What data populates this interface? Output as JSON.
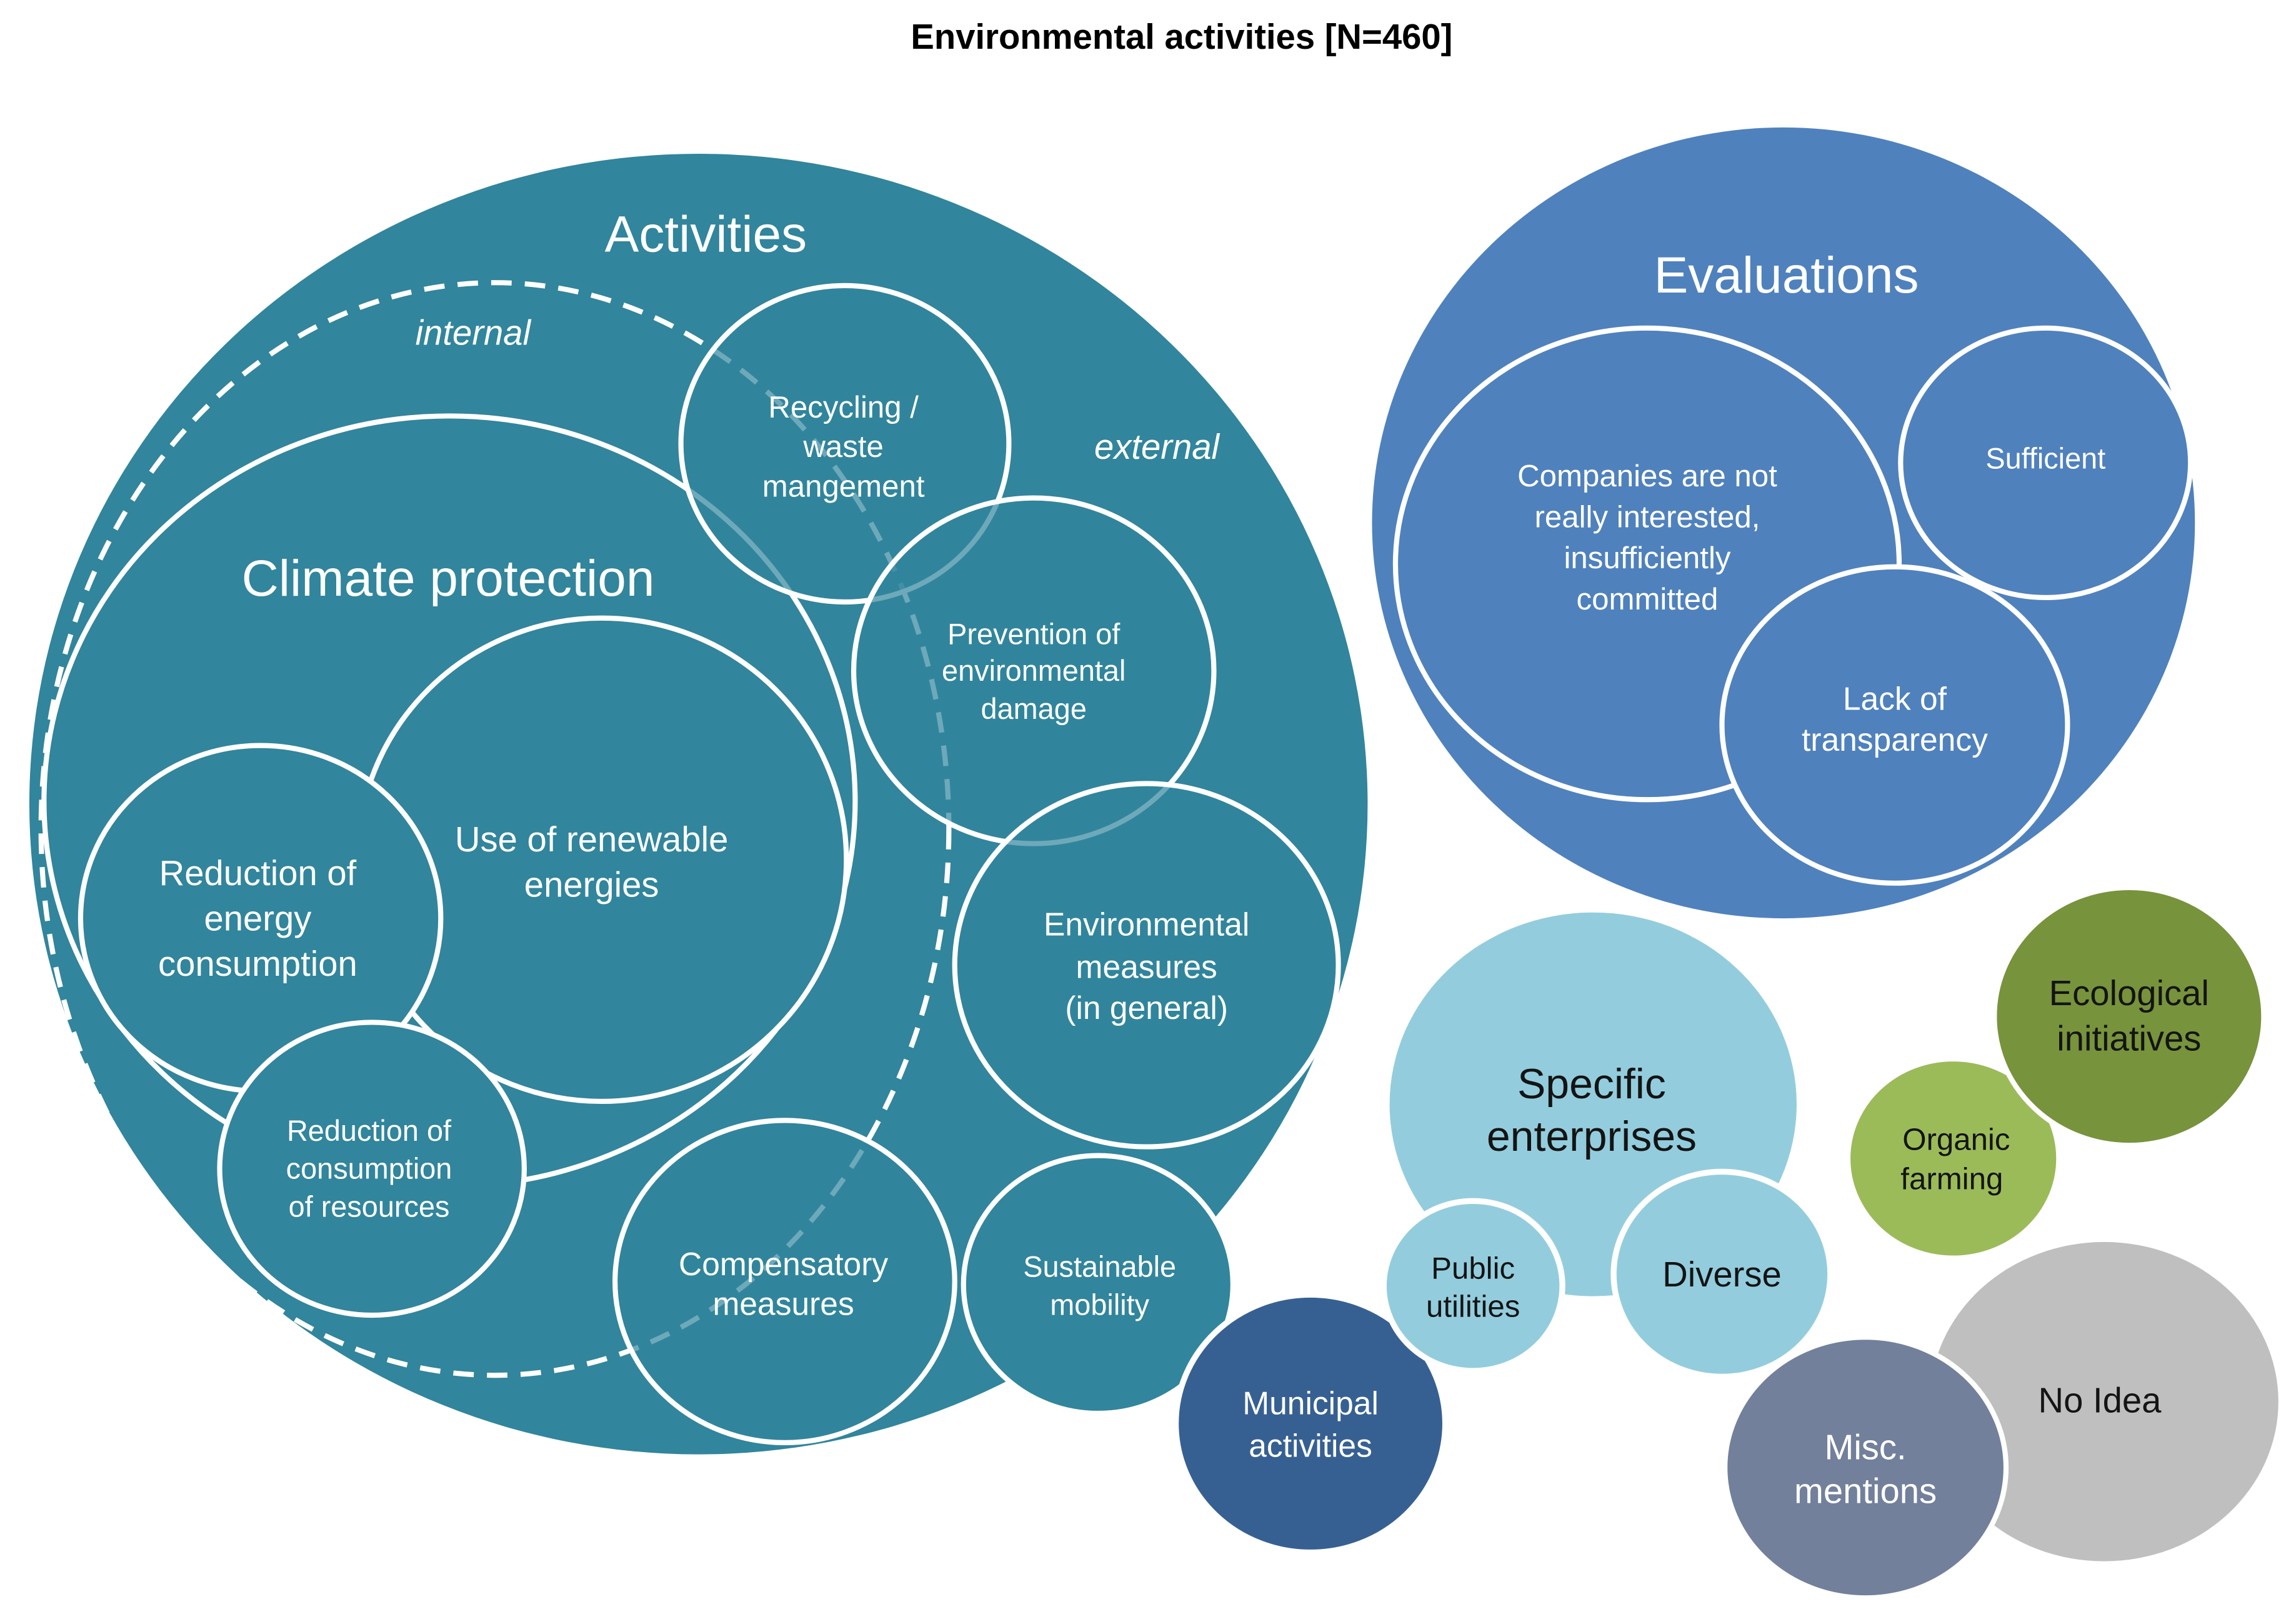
{
  "title": "Environmental activities [N=460]",
  "colors": {
    "activities": "#31859C",
    "evaluations": "#4F81BD",
    "specific_enterprises": "#93CDDD",
    "municipal": "#376092",
    "ecological": "#77933C",
    "organic": "#9BBB59",
    "no_idea": "#BFBFBF",
    "misc": "#72809C"
  },
  "activities": {
    "label": "Activities",
    "internal_label": "internal",
    "external_label": "external",
    "climate_protection": {
      "label": "Climate protection",
      "renewable_energies": [
        "Use of renewable",
        "energies"
      ],
      "energy_consumption": [
        "Reduction of",
        "energy",
        "consumption"
      ]
    },
    "resource_consumption": [
      "Reduction of",
      "consumption",
      "of resources"
    ],
    "recycling": [
      "Recycling /",
      "waste",
      "mangement"
    ],
    "prevention": [
      "Prevention of",
      "environmental",
      "damage"
    ],
    "environmental_measures": [
      "Environmental",
      "measures",
      "(in general)"
    ],
    "compensatory": [
      "Compensatory",
      "measures"
    ],
    "mobility": [
      "Sustainable",
      "mobility"
    ]
  },
  "evaluations": {
    "label": "Evaluations",
    "not_interested": [
      "Companies are not",
      "really interested,",
      "insufficiently",
      "committed"
    ],
    "sufficient": "Sufficient",
    "lack_of_transparency": [
      "Lack of",
      "transparency"
    ]
  },
  "specific_enterprises": {
    "label": [
      "Specific",
      "enterprises"
    ],
    "public_utilities": [
      "Public",
      "utilities"
    ],
    "diverse": "Diverse"
  },
  "municipal_activities": [
    "Municipal",
    "activities"
  ],
  "ecological_initiatives": [
    "Ecological",
    "initiatives"
  ],
  "organic_farming": [
    "Organic",
    "farming"
  ],
  "no_idea": "No Idea",
  "misc_mentions": [
    "Misc.",
    "mentions"
  ]
}
